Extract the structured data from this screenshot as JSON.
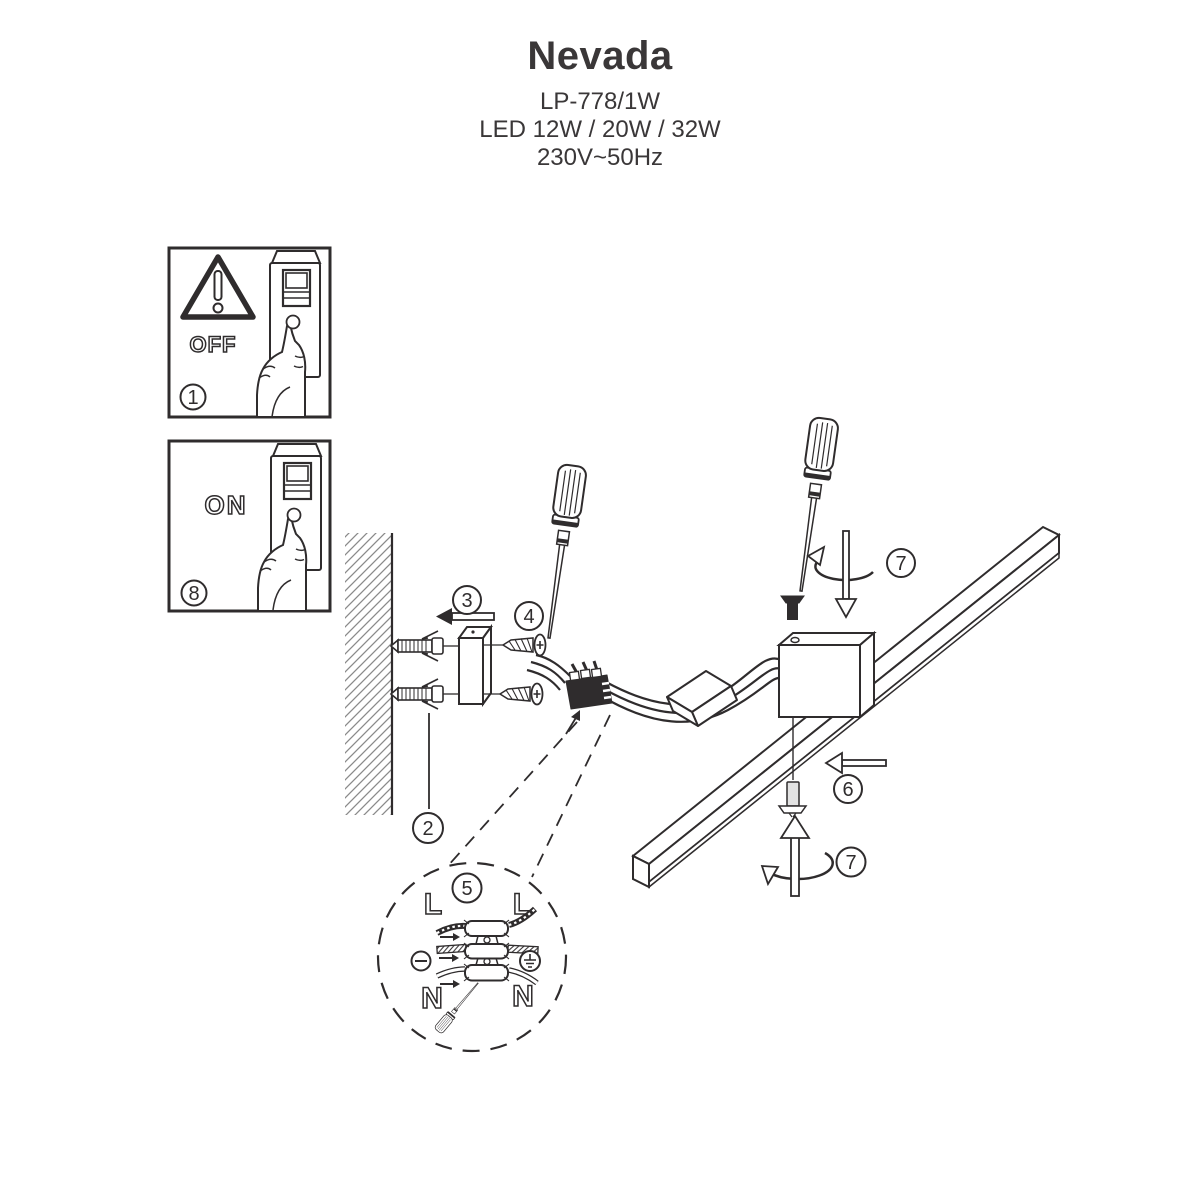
{
  "header": {
    "title": "Nevada",
    "model": "LP-778/1W",
    "wattage": "LED 12W / 20W / 32W",
    "voltage": "230V~50Hz"
  },
  "switch_labels": {
    "off": "OFF",
    "on": "ON"
  },
  "wiring_labels": {
    "live_left": "L",
    "live_right": "L",
    "neutral_left": "N",
    "neutral_right": "N"
  },
  "step_numbers": {
    "step1": "1",
    "step2": "2",
    "step3": "3",
    "step4": "4",
    "step5": "5",
    "step6": "6",
    "step7": "7",
    "step8": "8"
  },
  "colors": {
    "ink": "#2f2c2d",
    "hatch": "#8a8a8a",
    "screw_gray": "#e3e3e3"
  }
}
